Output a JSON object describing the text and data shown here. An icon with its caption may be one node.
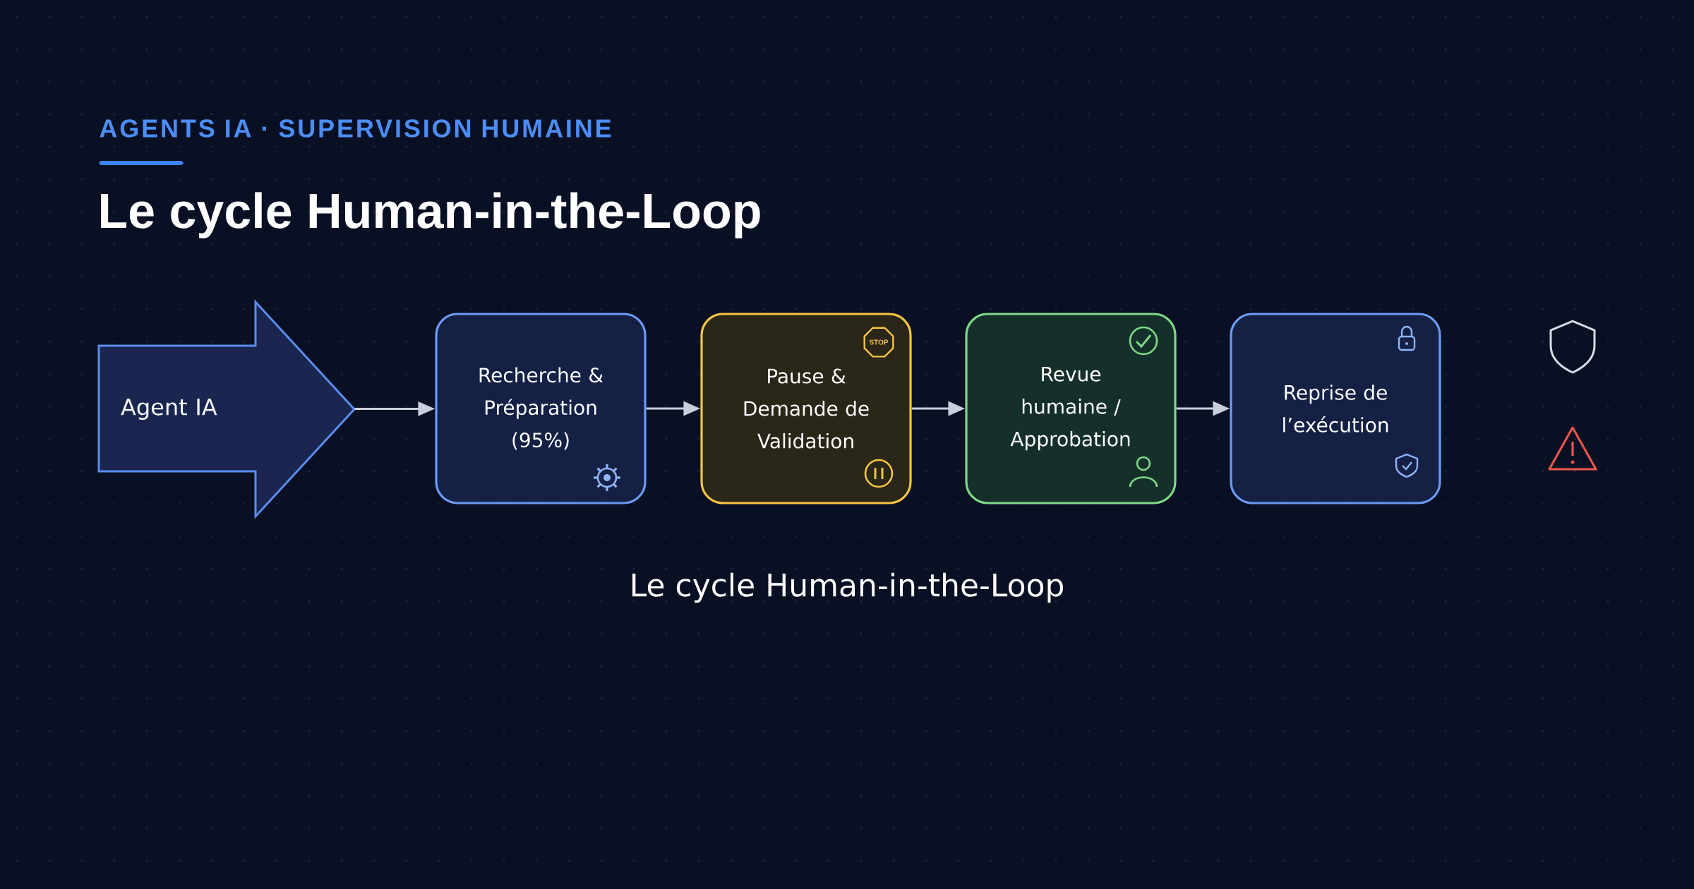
{
  "diagram": {
    "title": "Le cycle Human-in-the-Loop",
    "caption": "Le cycle Human-in-the-Loop",
    "nodes": [
      {
        "text": [
          "Agent IA"
        ]
      },
      {
        "text": [
          "Recherche & Préparation (95%)"
        ]
      },
      {
        "text": [
          "Pause & Demande de Validation"
        ]
      },
      {
        "text": [
          "Revue humaine / Approbation"
        ]
      },
      {
        "text": [
          "Reprise de l’exécution"
        ]
      }
    ],
    "edges": [
      {
        "from": 0,
        "to": 1,
        "arrow": "to"
      },
      {
        "from": 1,
        "to": 2,
        "arrow": "to"
      },
      {
        "from": 2,
        "to": 3,
        "arrow": "to"
      },
      {
        "from": 3,
        "to": 4,
        "arrow": "to"
      }
    ],
    "labels": [
      "AGENTS IA · SUPERVISION HUMAINE",
      "STOP"
    ]
  }
}
